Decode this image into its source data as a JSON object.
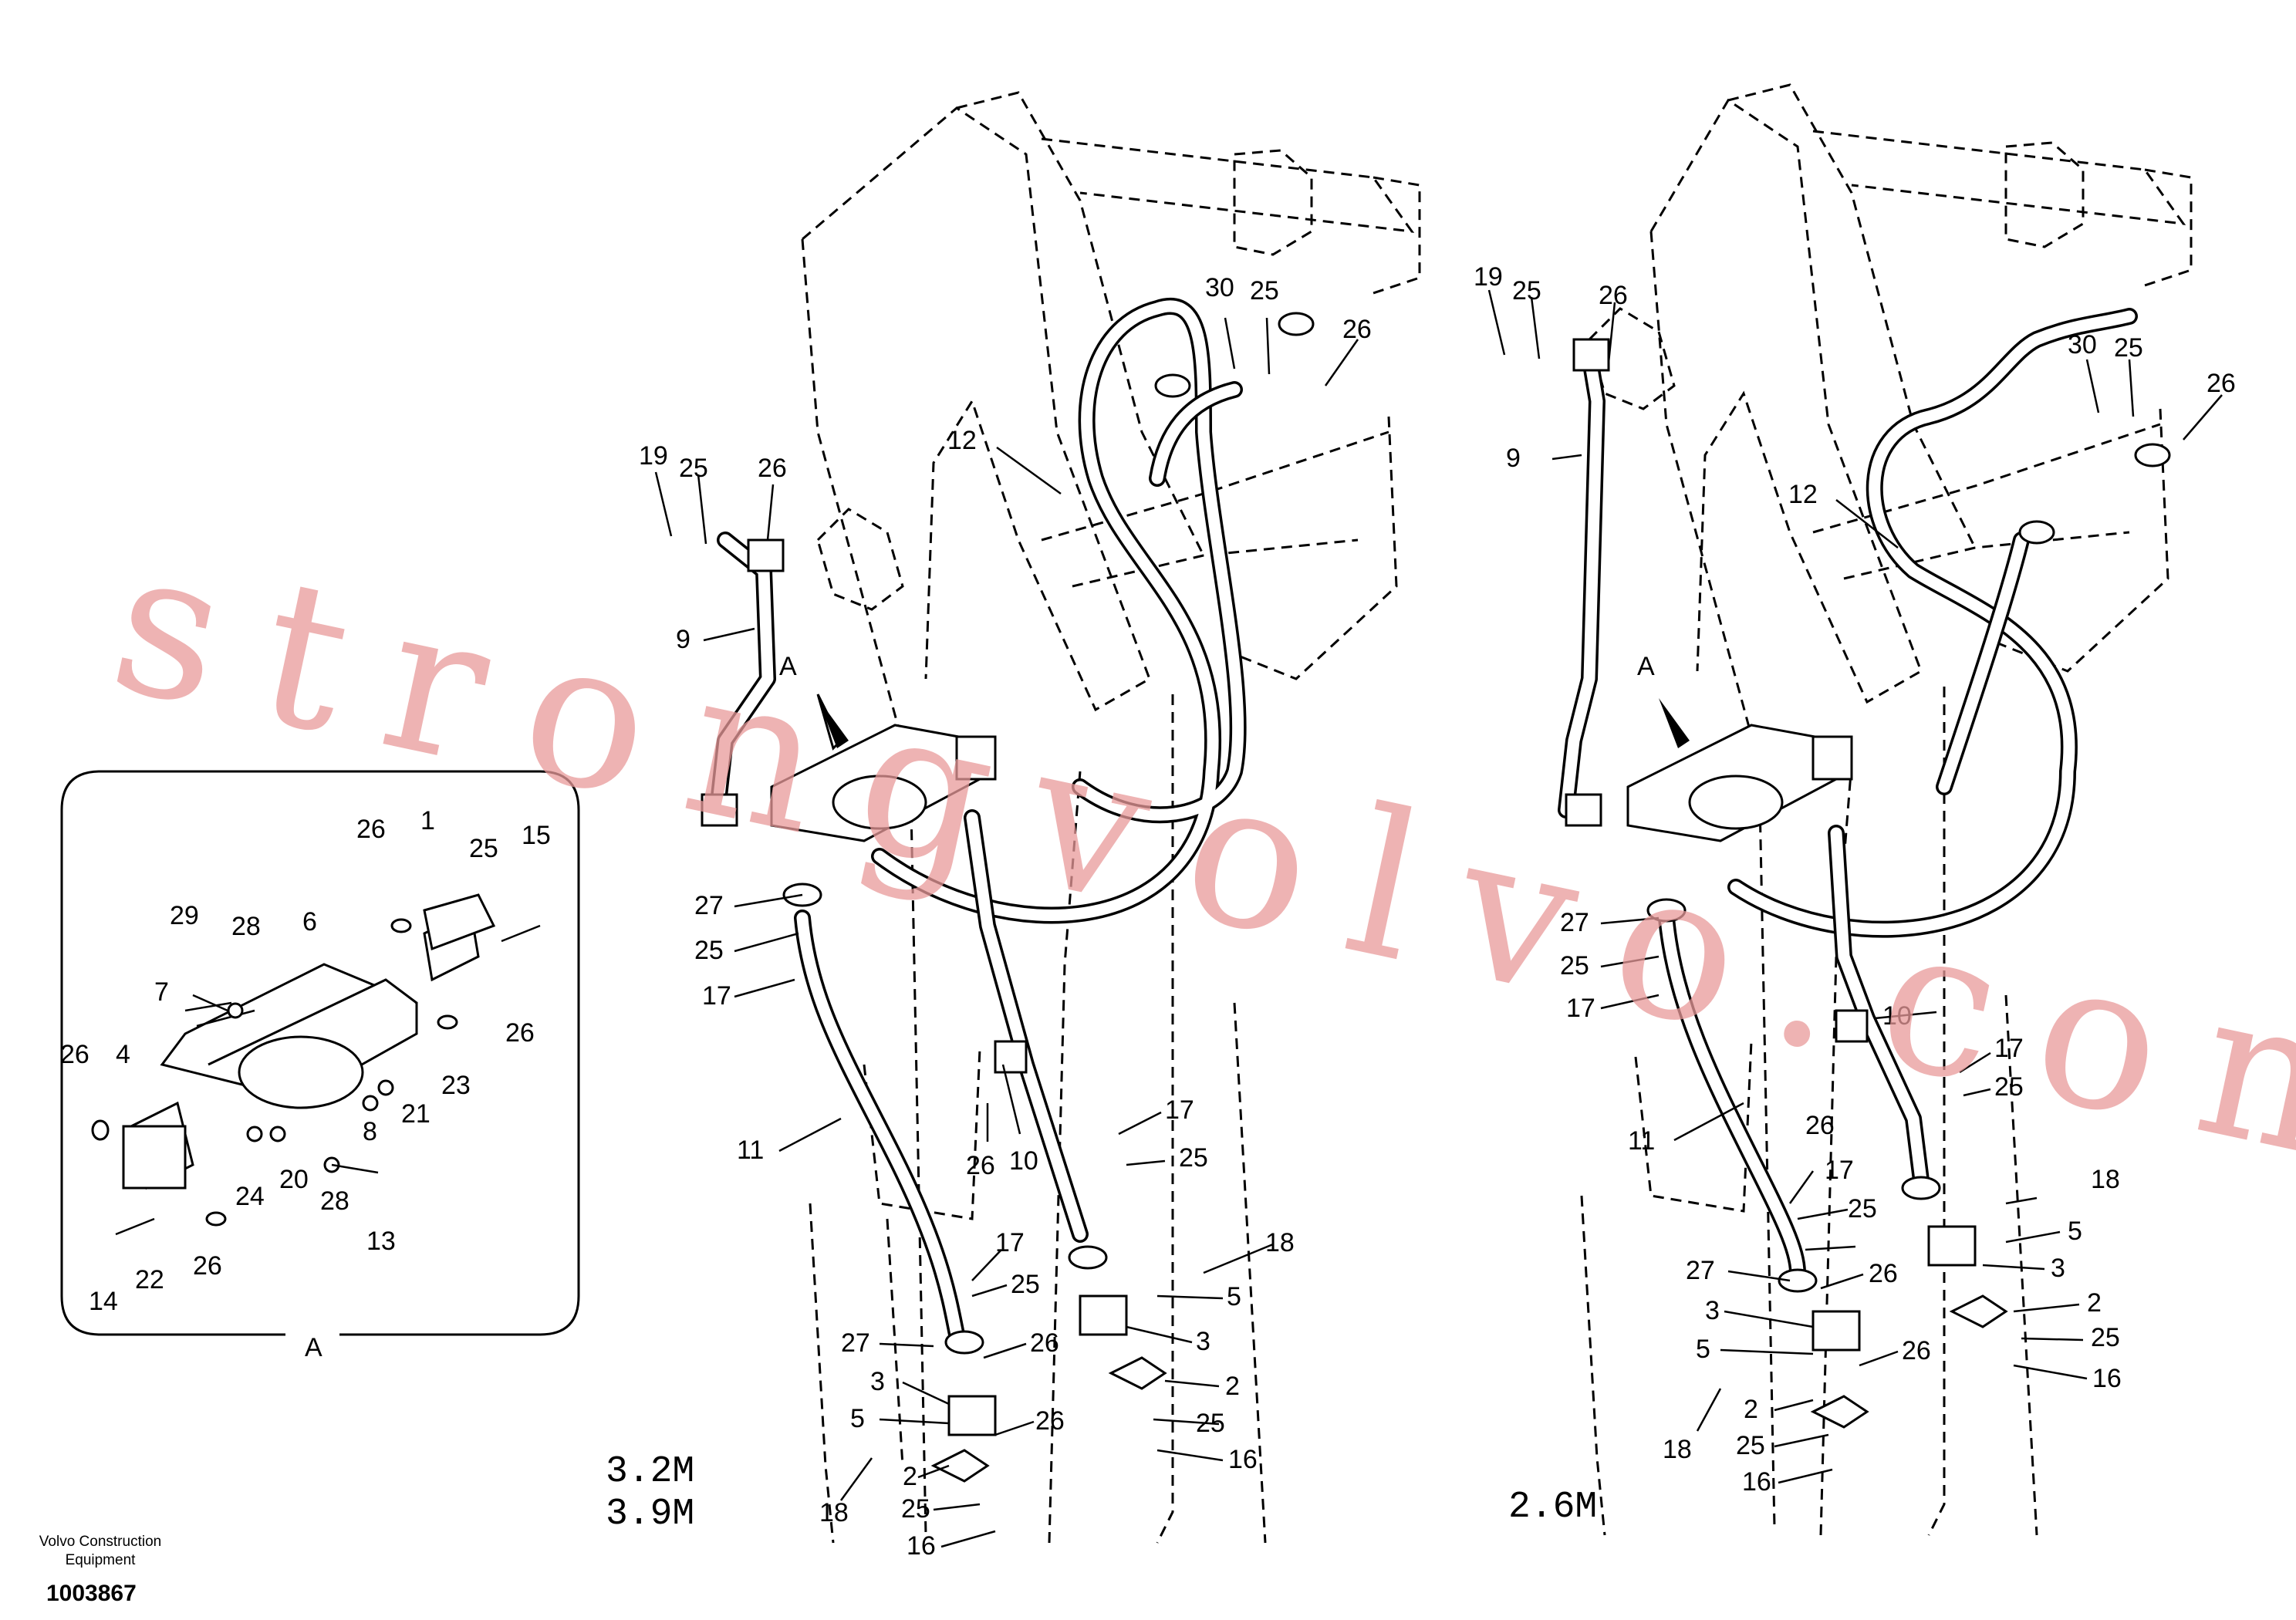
{
  "header": {
    "brand_line1": "Volvo Construction",
    "brand_line2": "Equipment",
    "document_number": "1003867"
  },
  "variants": {
    "left_line1": "3.2M",
    "left_line2": "3.9M",
    "right": "2.6M"
  },
  "watermark": "strongvolvo.com",
  "detail": {
    "view_label": "A",
    "labels": [
      "1",
      "15",
      "25",
      "26",
      "29",
      "28",
      "6",
      "7",
      "4",
      "26",
      "23",
      "21",
      "8",
      "24",
      "20",
      "28",
      "13",
      "14",
      "22",
      "26",
      "26"
    ]
  },
  "left_assembly": {
    "view_label": "A",
    "labels": [
      "19",
      "25",
      "26",
      "9",
      "12",
      "30",
      "25",
      "26",
      "27",
      "25",
      "17",
      "11",
      "26",
      "10",
      "17",
      "25",
      "18",
      "5",
      "3",
      "2",
      "25",
      "16",
      "17",
      "25",
      "27",
      "26",
      "3",
      "5",
      "26",
      "2",
      "25",
      "16",
      "18"
    ]
  },
  "right_assembly": {
    "view_label": "A",
    "labels": [
      "19",
      "25",
      "26",
      "9",
      "12",
      "30",
      "25",
      "26",
      "27",
      "25",
      "17",
      "10",
      "17",
      "25",
      "11",
      "26",
      "17",
      "25",
      "18",
      "5",
      "3",
      "2",
      "25",
      "16",
      "27",
      "26",
      "3",
      "5",
      "26",
      "18",
      "2",
      "25",
      "16"
    ]
  }
}
